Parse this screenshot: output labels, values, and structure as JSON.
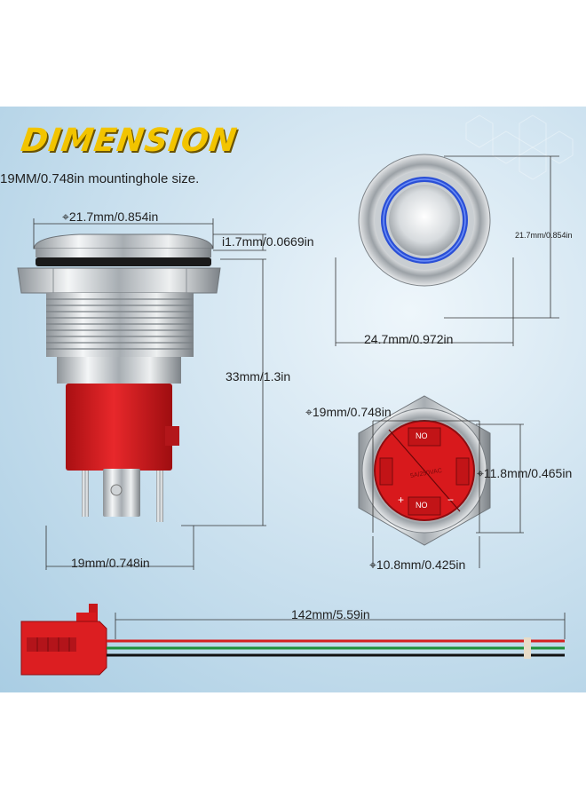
{
  "title": "DIMENSION",
  "subtitle": "19MM/0.748in mountinghole size.",
  "labels": {
    "head_diameter": "⌖21.7mm/0.854in",
    "head_height": "i1.7mm/0.0669in",
    "body_length": "33mm/1.3in",
    "thread_diameter": "19mm/0.748in",
    "front_height": "21.7mm/0.854in",
    "front_width": "24.7mm/0.972in",
    "back_diameter": "⌖19mm/0.748in",
    "back_height": "⌖11.8mm/0.465in",
    "back_inner": "⌖10.8mm/0.425in",
    "cable_length": "142mm/5.59in"
  },
  "terminal_marks": {
    "no_top": "NO",
    "no_bottom": "NO",
    "plus": "+",
    "minus": "−",
    "rating": "5A/250VAC"
  },
  "colors": {
    "title": "#f2c400",
    "terminal_red": "#d8191c",
    "ring_blue": "#2a4fd6",
    "wire_red": "#d62020",
    "wire_green": "#1f8f3a",
    "wire_black": "#111111"
  }
}
